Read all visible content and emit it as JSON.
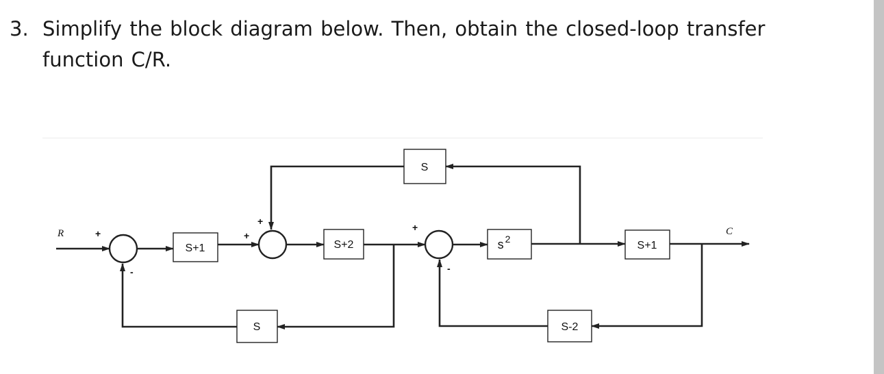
{
  "question": {
    "number": "3.",
    "line1": "Simplify the block diagram below. Then, obtain the closed-loop transfer",
    "line2": "function C/R."
  },
  "diagram": {
    "input_label": "R",
    "output_label": "C",
    "blocks": {
      "b1": "S+1",
      "b2": "S+2",
      "b3_base": "s",
      "b3_exp": "2",
      "b4": "S+1",
      "feedback_top": "S",
      "feedback_left": "S",
      "feedback_right": "S-2"
    },
    "signs": {
      "j1_in": "+",
      "j1_fb": "-",
      "j2_in": "+",
      "j2_top": "+",
      "j3_in": "+",
      "j3_fb": "-"
    }
  }
}
